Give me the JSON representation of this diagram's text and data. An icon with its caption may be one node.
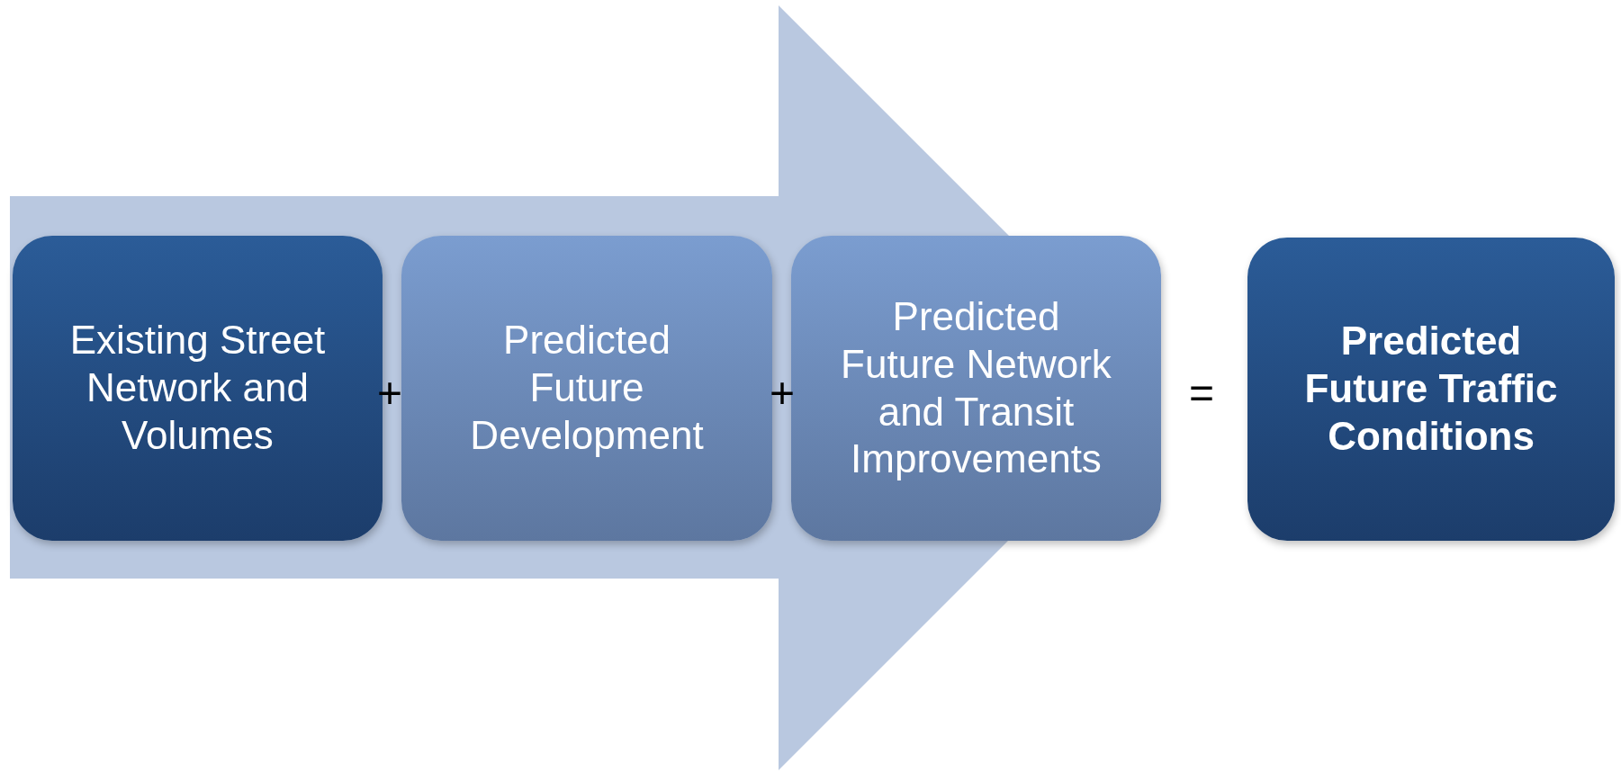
{
  "diagram": {
    "nodes": [
      {
        "text": [
          "Existing Street Network and Volumes"
        ]
      },
      {
        "text": [
          "Predicted Future Development"
        ]
      },
      {
        "text": [
          "Predicted Future Network and Transit Improvements"
        ]
      },
      {
        "text": [
          "Predicted Future Traffic Conditions"
        ]
      }
    ],
    "edges": [
      {
        "from": 0,
        "to": 2,
        "arrow": "to"
      }
    ],
    "labels": [
      "+",
      "+",
      "="
    ]
  }
}
